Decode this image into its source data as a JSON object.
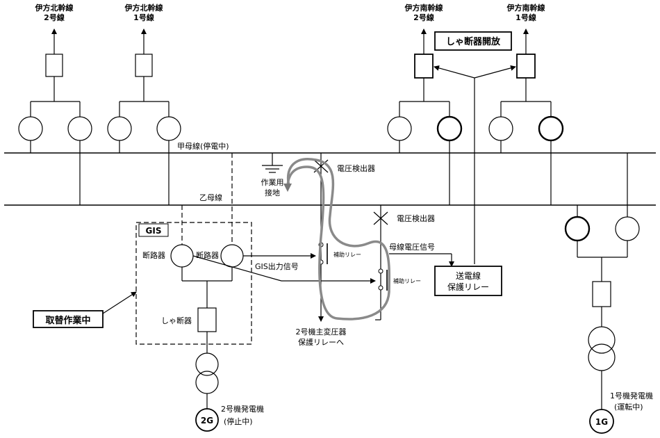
{
  "lines": {
    "north2": [
      "伊方北幹線",
      "2号線"
    ],
    "north1": [
      "伊方北幹線",
      "1号線"
    ],
    "south2": [
      "伊方南幹線",
      "2号線"
    ],
    "south1": [
      "伊方南幹線",
      "1号線"
    ]
  },
  "labels": {
    "breaker_open": "しゃ断器開放",
    "bus_a": "甲母線(停電中)",
    "bus_b": "乙母線",
    "work_ground": [
      "作業用",
      "接地"
    ],
    "voltage_detector_1": "電圧検出器",
    "voltage_detector_2": "電圧検出器",
    "gis": "GIS",
    "disconnector_left": "断路器",
    "disconnector_right": "断路器",
    "aux_relay_1": "補助リレー",
    "aux_relay_2": "補助リレー",
    "gis_output": "GIS出力信号",
    "bus_voltage_signal": "母線電圧信号",
    "line_protection_relay": [
      "送電線",
      "保護リレー"
    ],
    "replacement_work": "取替作業中",
    "breaker": "しゃ断器",
    "to_main_transformer": [
      "2号機主変圧器",
      "保護リレーへ"
    ],
    "gen2": [
      "2号機発電機",
      "(停止中)"
    ],
    "gen2_symbol": "2G",
    "gen1": [
      "1号機発電機",
      "(運転中)"
    ],
    "gen1_symbol": "1G"
  }
}
